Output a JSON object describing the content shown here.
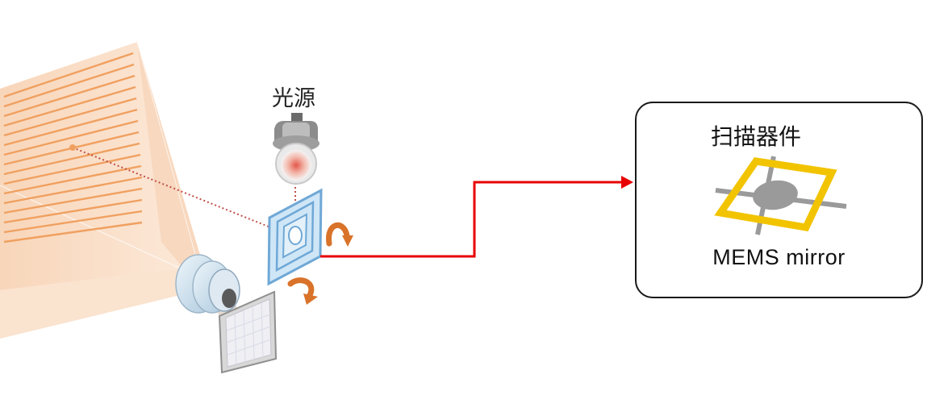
{
  "light_source": {
    "label": "光源"
  },
  "callout": {
    "title": "扫描器件",
    "caption": "MEMS mirror"
  },
  "colors": {
    "projection": "#f2b88a",
    "scan_lines": "#f0a060",
    "arrow": "#e80000",
    "mems_frame": "#f2c400",
    "mems_mirror": "#9a9a9a",
    "mirror_panel": "#8fc4ea",
    "rotation_arrows": "#d9732a"
  },
  "icons": [
    "light-source-icon",
    "projector-lens-icon",
    "image-chip-icon",
    "mems-mirror-panel-icon",
    "rotation-arrow-icon",
    "mems-mirror-icon"
  ]
}
